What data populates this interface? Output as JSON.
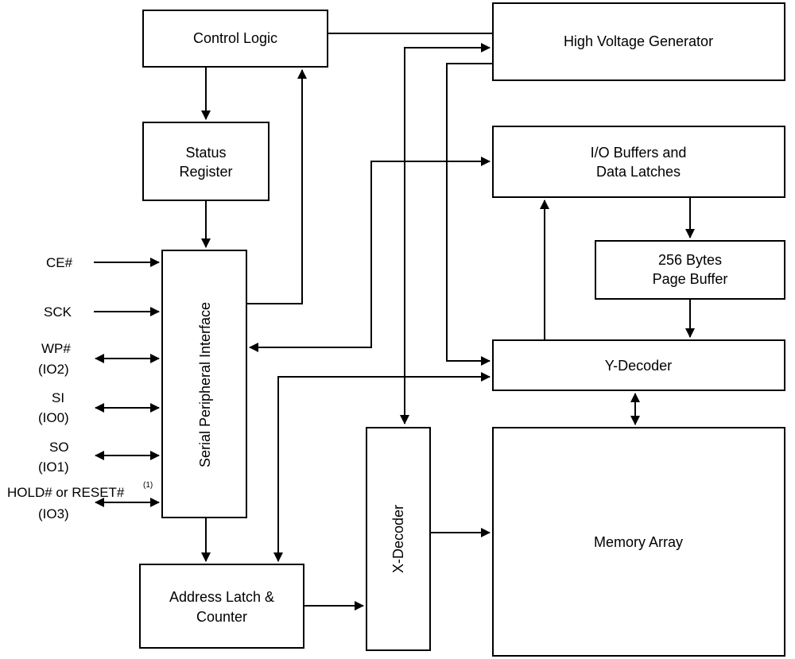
{
  "blocks": {
    "control_logic": "Control Logic",
    "status_register": [
      "Status",
      "Register"
    ],
    "serial_peripheral_interface": "Serial Peripheral Interface",
    "address_latch_counter": [
      "Address Latch &",
      "Counter"
    ],
    "high_voltage_generator": "High Voltage Generator",
    "io_buffers": [
      "I/O Buffers and",
      "Data Latches"
    ],
    "page_buffer": [
      "256 Bytes",
      "Page Buffer"
    ],
    "y_decoder": "Y-Decoder",
    "x_decoder": "X-Decoder",
    "memory_array": "Memory Array"
  },
  "pins": {
    "ce": "CE#",
    "sck": "SCK",
    "wp": "WP#",
    "wp_io": "(IO2)",
    "si": "SI",
    "si_io": "(IO0)",
    "so": "SO",
    "so_io": "(IO1)",
    "hold": "HOLD# or RESET#",
    "hold_note": "(1)",
    "hold_io": "(IO3)"
  }
}
